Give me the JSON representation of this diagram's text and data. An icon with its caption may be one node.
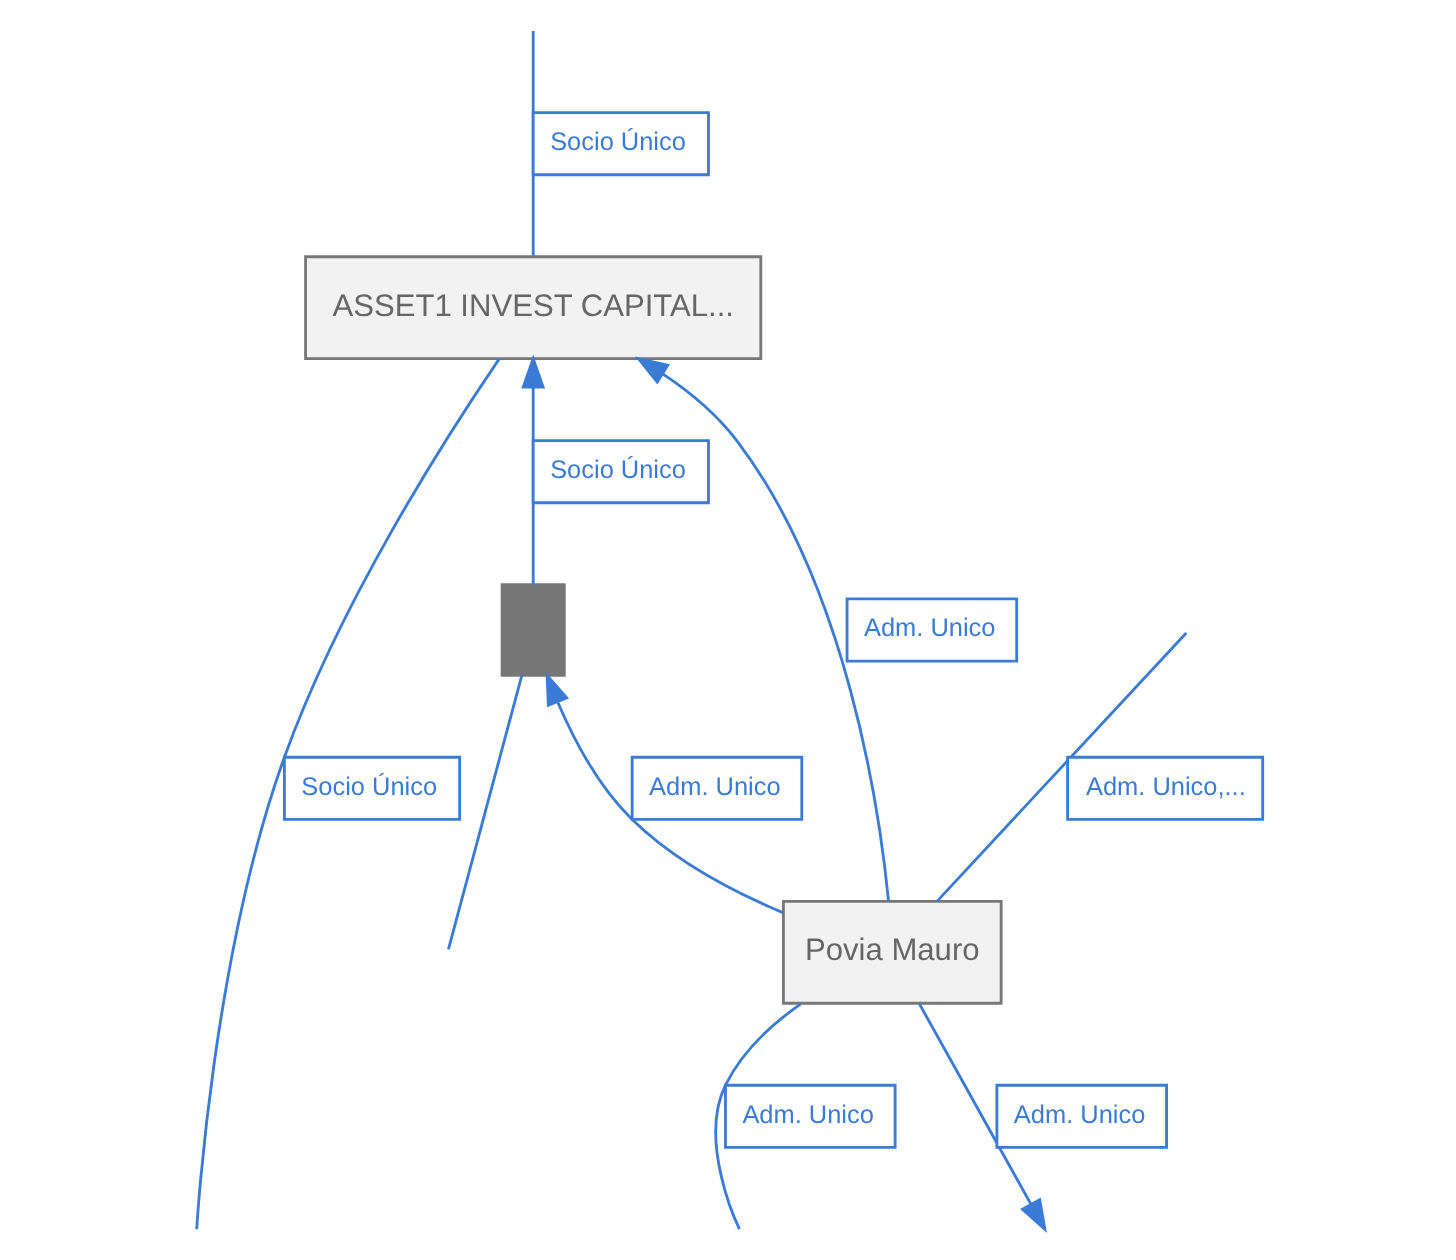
{
  "diagram": {
    "nodes": [
      {
        "text": [
          "ASSET1 INVEST CAPITAL..."
        ]
      },
      {
        "text": [
          "Povia Mauro"
        ]
      },
      {
        "text": [],
        "shape": "box"
      }
    ],
    "edges": [
      {
        "from": 1,
        "to": null,
        "arrow": "none",
        "label": "Adm. Unico,..."
      },
      {
        "from": null,
        "to": 2,
        "arrow": "none"
      },
      {
        "from": 2,
        "to": 0,
        "arrow": "to",
        "label": "Socio Único"
      },
      {
        "from": 1,
        "to": 2,
        "arrow": "to",
        "label": "Adm. Unico"
      },
      {
        "from": 1,
        "to": 0,
        "arrow": "to",
        "label": "Adm. Unico"
      },
      {
        "from": 0,
        "to": null,
        "arrow": "none",
        "label": "Socio Único"
      },
      {
        "from": 1,
        "to": null,
        "arrow": "none",
        "label": "Adm. Unico"
      },
      {
        "from": 0,
        "to": null,
        "arrow": "none",
        "label": "Socio Único"
      },
      {
        "from": 1,
        "to": null,
        "arrow": "to",
        "label": "Adm. Unico"
      }
    ]
  }
}
